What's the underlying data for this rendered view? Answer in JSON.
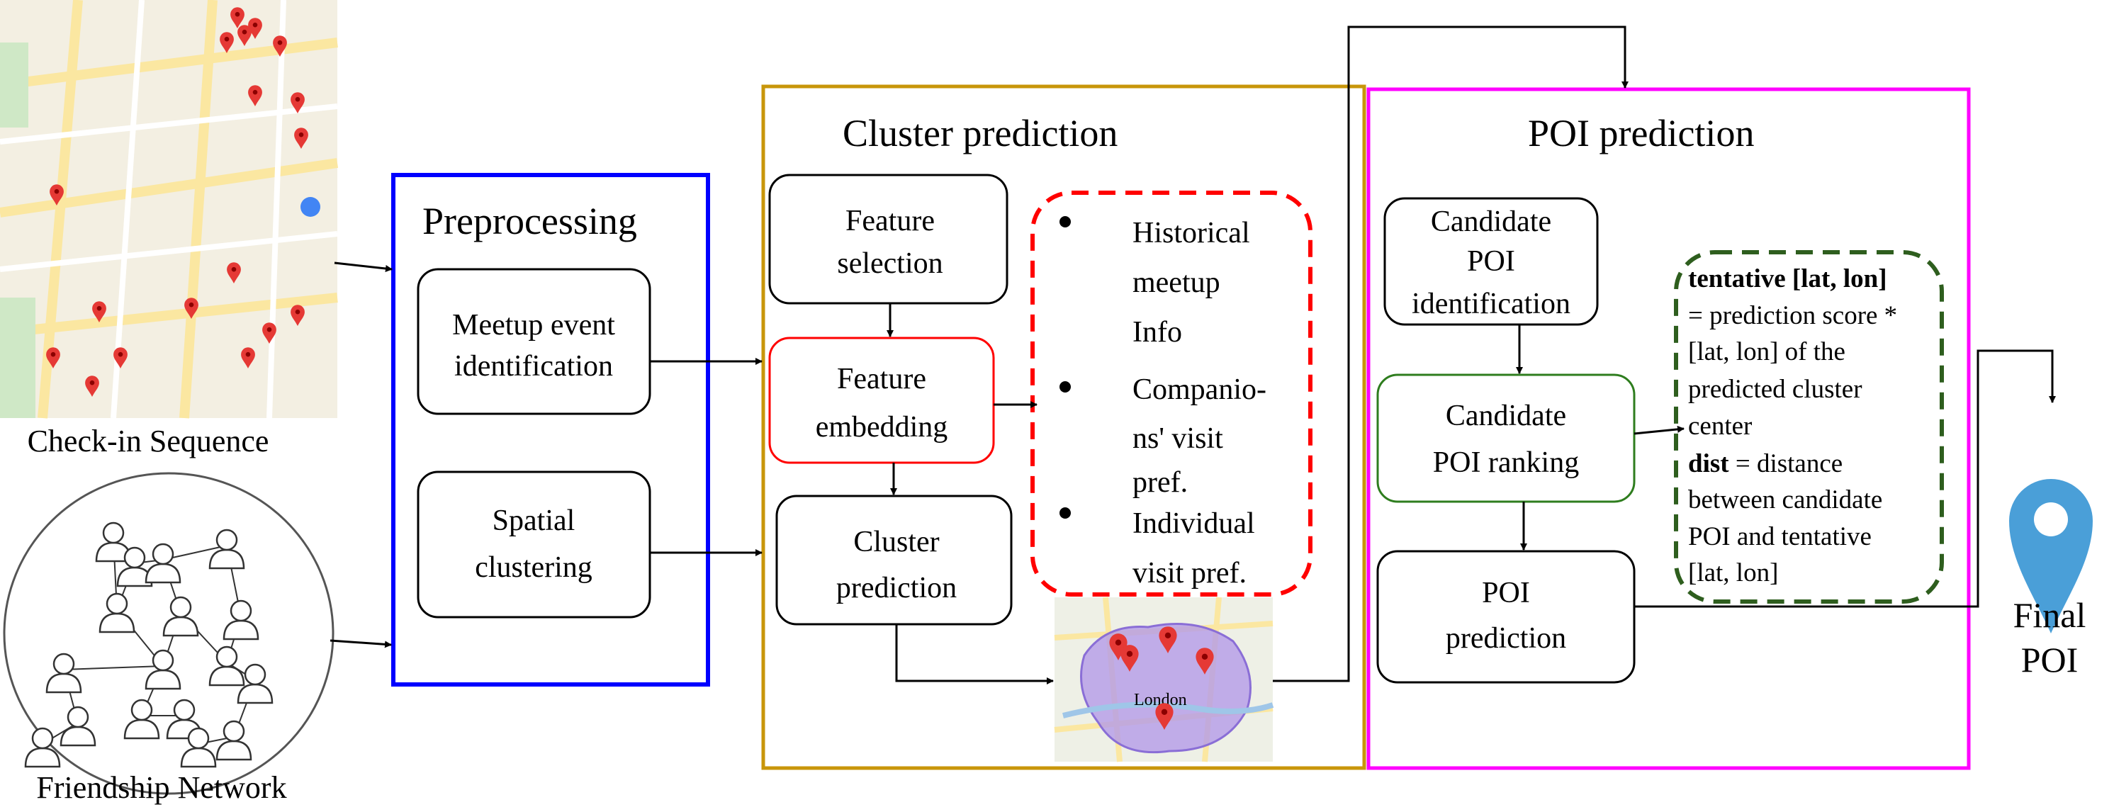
{
  "inputs": {
    "checkin_label": "Check-in Sequence",
    "network_label": "Friendship Network"
  },
  "preprocessing": {
    "title": "Preprocessing",
    "color": "#0000ff",
    "boxes": [
      {
        "lines": [
          "Meetup event",
          "identification"
        ]
      },
      {
        "lines": [
          "Spatial",
          "clustering"
        ]
      }
    ]
  },
  "cluster_prediction": {
    "title": "Cluster prediction",
    "color": "#c8960a",
    "boxes": [
      {
        "lines": [
          "Feature",
          "selection"
        ]
      },
      {
        "lines": [
          "Feature",
          "embedding"
        ],
        "border": "#ff0000"
      },
      {
        "lines": [
          "Cluster",
          "prediction"
        ]
      }
    ],
    "features": {
      "border": "#ff0000",
      "bullets": [
        {
          "lines": [
            "Historical",
            "meetup",
            "Info"
          ]
        },
        {
          "lines": [
            "Companio-",
            "ns' visit",
            "pref."
          ]
        },
        {
          "lines": [
            "Individual",
            "visit pref."
          ]
        }
      ]
    }
  },
  "poi_prediction": {
    "title": "POI prediction",
    "color": "#ff00ff",
    "boxes": [
      {
        "lines": [
          "Candidate",
          "POI",
          "identification"
        ]
      },
      {
        "lines": [
          "Candidate",
          "POI ranking"
        ],
        "border": "#2e7d1e"
      },
      {
        "lines": [
          "POI",
          "prediction"
        ]
      }
    ],
    "formula": {
      "border": "#2e5e1e",
      "lines": [
        {
          "bold": "tentative [lat, lon]",
          "text": ""
        },
        {
          "bold": "",
          "text": "= prediction score *"
        },
        {
          "bold": "",
          "text": "[lat, lon] of the"
        },
        {
          "bold": "",
          "text": "predicted cluster"
        },
        {
          "bold": "",
          "text": "center"
        },
        {
          "bold": "dist",
          "text": " = distance"
        },
        {
          "bold": "",
          "text": "between candidate"
        },
        {
          "bold": "",
          "text": "POI and tentative"
        },
        {
          "bold": "",
          "text": "[lat, lon]"
        }
      ]
    }
  },
  "output": {
    "lines": [
      "Final",
      "POI"
    ],
    "icon": "location-pin-icon",
    "pin_color": "#4a9fd8"
  },
  "map_labels": {
    "london": "London"
  }
}
